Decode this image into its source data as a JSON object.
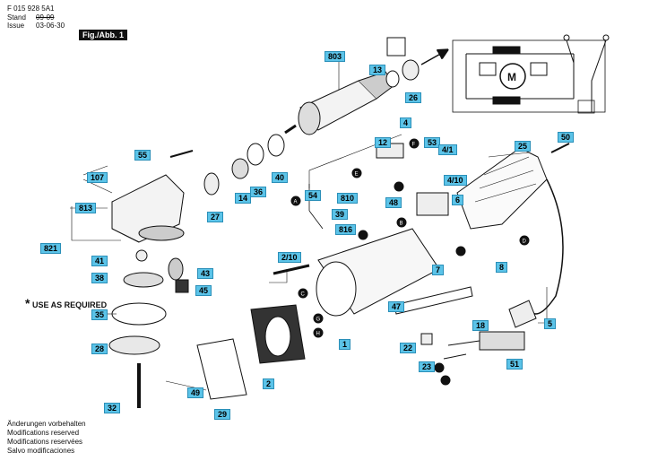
{
  "header": {
    "docnum": "F 015 928 5A1",
    "stand_label": "Stand",
    "stand_value": "09-09",
    "issue_label": "Issue",
    "issue_value": "03-06-30",
    "figure": "Fig./Abb. 1"
  },
  "labels": [
    "803",
    "13",
    "26",
    "55",
    "50",
    "4",
    "12",
    "53",
    "4/1",
    "25",
    "107",
    "813",
    "821",
    "27",
    "36",
    "40",
    "14",
    "54",
    "4/10",
    "810",
    "48",
    "39",
    "6",
    "816",
    "2/10",
    "7",
    "1",
    "41",
    "38",
    "43",
    "45",
    "35",
    "28",
    "47",
    "8",
    "18",
    "22",
    "23",
    "51",
    "32",
    "49",
    "29",
    "2",
    "5"
  ],
  "use_as_required": "USE AS REQUIRED",
  "asterisk": "*",
  "footnotes": [
    "Änderungen vorbehalten",
    "Modifications reserved",
    "Modifications reservées",
    "Salvo modificaciones"
  ],
  "connectors": [
    "A",
    "B",
    "C",
    "D",
    "E",
    "F",
    "G",
    "H"
  ],
  "motor_symbol": "M"
}
